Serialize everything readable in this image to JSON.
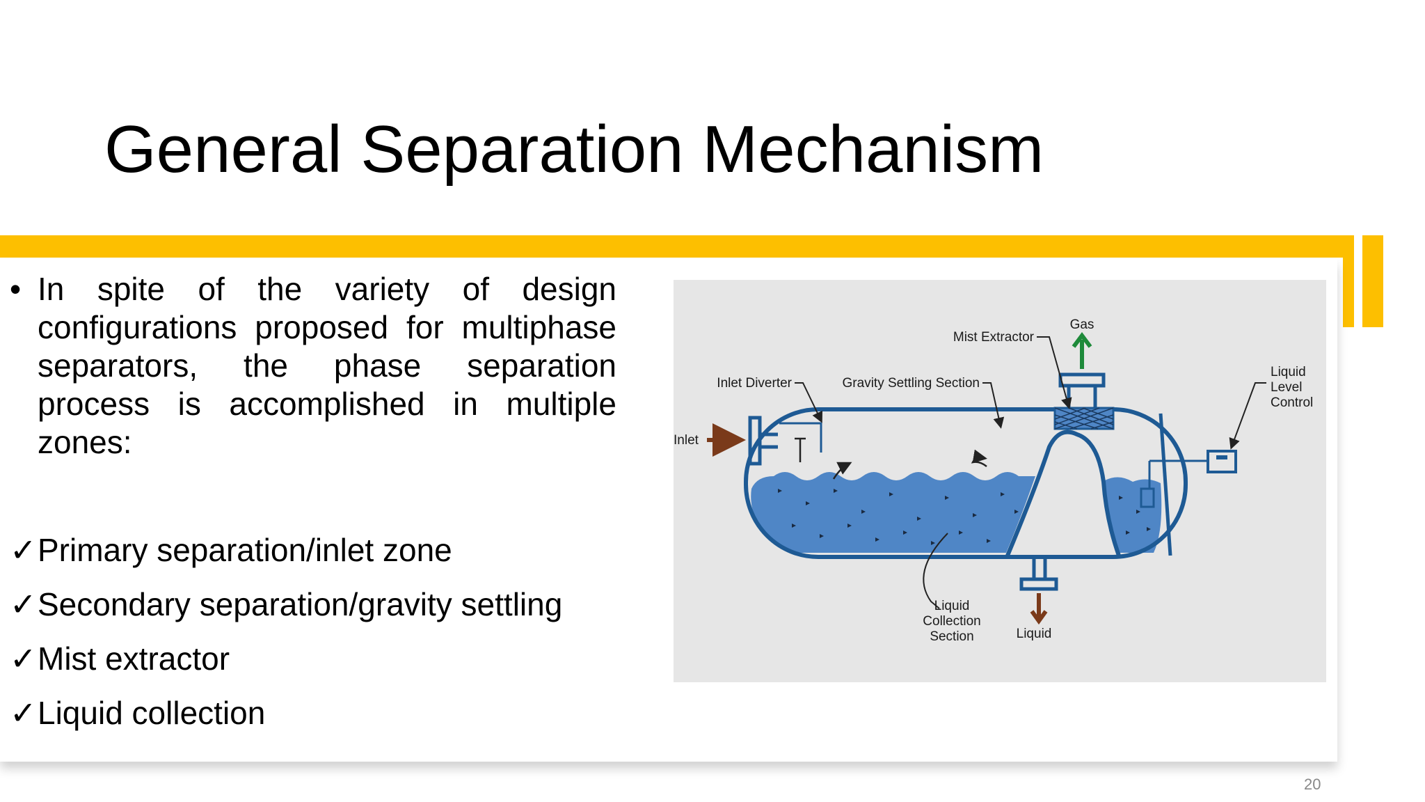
{
  "slide": {
    "title": "General Separation Mechanism",
    "bullet_marker": "•",
    "bullet_text": "In spite of the variety of design configurations proposed for multiphase separators, the phase separation process is accomplished in multiple zones:",
    "check_marker": "✓",
    "checklist": [
      "Primary separation/inlet zone",
      "Secondary separation/gravity settling",
      "Mist extractor",
      "Liquid collection"
    ],
    "page_number": "20"
  },
  "diagram": {
    "labels": {
      "gas": "Gas",
      "mist_extractor": "Mist Extractor",
      "inlet_diverter": "Inlet Diverter",
      "gravity_settling": "Gravity Settling Section",
      "inlet": "Inlet",
      "liquid_level_control_1": "Liquid",
      "liquid_level_control_2": "Level",
      "liquid_level_control_3": "Control",
      "liquid_collection_1": "Liquid",
      "liquid_collection_2": "Collection",
      "liquid_collection_3": "Section",
      "liquid": "Liquid"
    },
    "colors": {
      "vessel_outline": "#1e5a94",
      "liquid_fill": "#4f86c6",
      "gas_arrow": "#1e8a3a",
      "flow_arrow": "#7a3a1a",
      "panel_bg": "#e6e6e6",
      "accent_bar": "#fdbf00"
    }
  }
}
